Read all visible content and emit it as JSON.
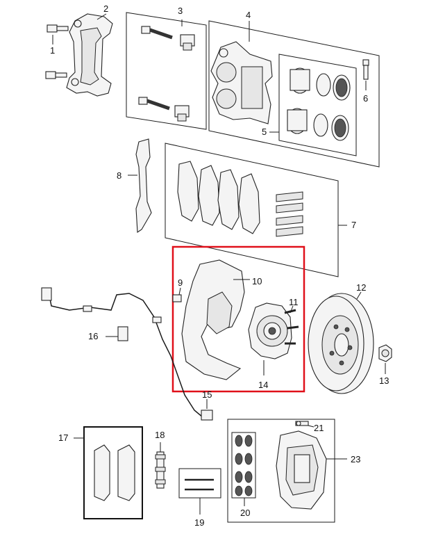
{
  "diagram": {
    "highlight_color": "#e0101a",
    "callouts": [
      {
        "id": "1",
        "text": "1"
      },
      {
        "id": "2",
        "text": "2"
      },
      {
        "id": "3",
        "text": "3"
      },
      {
        "id": "4",
        "text": "4"
      },
      {
        "id": "5",
        "text": "5"
      },
      {
        "id": "6",
        "text": "6"
      },
      {
        "id": "7",
        "text": "7"
      },
      {
        "id": "8",
        "text": "8"
      },
      {
        "id": "9",
        "text": "9"
      },
      {
        "id": "10",
        "text": "10"
      },
      {
        "id": "11",
        "text": "11"
      },
      {
        "id": "12",
        "text": "12"
      },
      {
        "id": "13",
        "text": "13"
      },
      {
        "id": "14",
        "text": "14"
      },
      {
        "id": "15",
        "text": "15"
      },
      {
        "id": "16",
        "text": "16"
      },
      {
        "id": "17",
        "text": "17"
      },
      {
        "id": "18",
        "text": "18"
      },
      {
        "id": "19",
        "text": "19"
      },
      {
        "id": "20",
        "text": "20"
      },
      {
        "id": "21",
        "text": "21"
      },
      {
        "id": "23",
        "text": "23"
      }
    ]
  }
}
